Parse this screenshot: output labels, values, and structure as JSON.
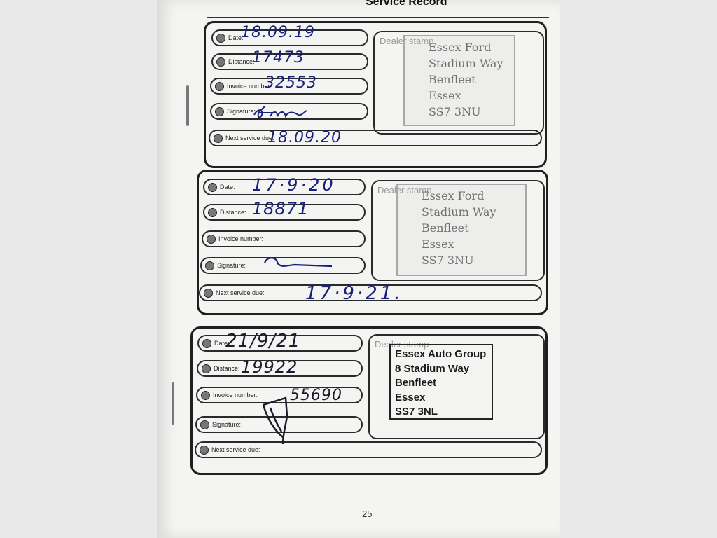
{
  "header": {
    "title": "Service Record"
  },
  "page_number": "25",
  "records": [
    {
      "fields": [
        {
          "label": "Date:",
          "value": "18.09.19"
        },
        {
          "label": "Distance:",
          "value": "17473"
        },
        {
          "label": "Invoice number:",
          "value": "32553"
        },
        {
          "label": "Signature:",
          "value": ""
        },
        {
          "label": "Next service due:",
          "value": "18.09.20"
        }
      ],
      "stamp_label": "Dealer stamp",
      "stamp_lines": [
        "Essex Ford",
        "Stadium Way",
        "Benfleet",
        "Essex",
        "SS7 3NU"
      ]
    },
    {
      "fields": [
        {
          "label": "Date:",
          "value": "17·9·20"
        },
        {
          "label": "Distance:",
          "value": "18871"
        },
        {
          "label": "Invoice number:",
          "value": ""
        },
        {
          "label": "Signature:",
          "value": ""
        },
        {
          "label": "Next service due:",
          "value": "17·9·21."
        }
      ],
      "stamp_label": "Dealer stamp",
      "stamp_lines": [
        "Essex Ford",
        "Stadium Way",
        "Benfleet",
        "Essex",
        "SS7 3NU"
      ]
    },
    {
      "fields": [
        {
          "label": "Date:",
          "value": "21/9/21"
        },
        {
          "label": "Distance:",
          "value": "19922"
        },
        {
          "label": "Invoice number:",
          "value": "55690"
        },
        {
          "label": "Signature:",
          "value": ""
        },
        {
          "label": "Next service due:",
          "value": ""
        }
      ],
      "stamp_label": "Dealer stamp",
      "stamp_lines": [
        "Essex Auto Group",
        "8 Stadium Way",
        "Benfleet",
        "Essex",
        "SS7 3NL"
      ]
    }
  ]
}
